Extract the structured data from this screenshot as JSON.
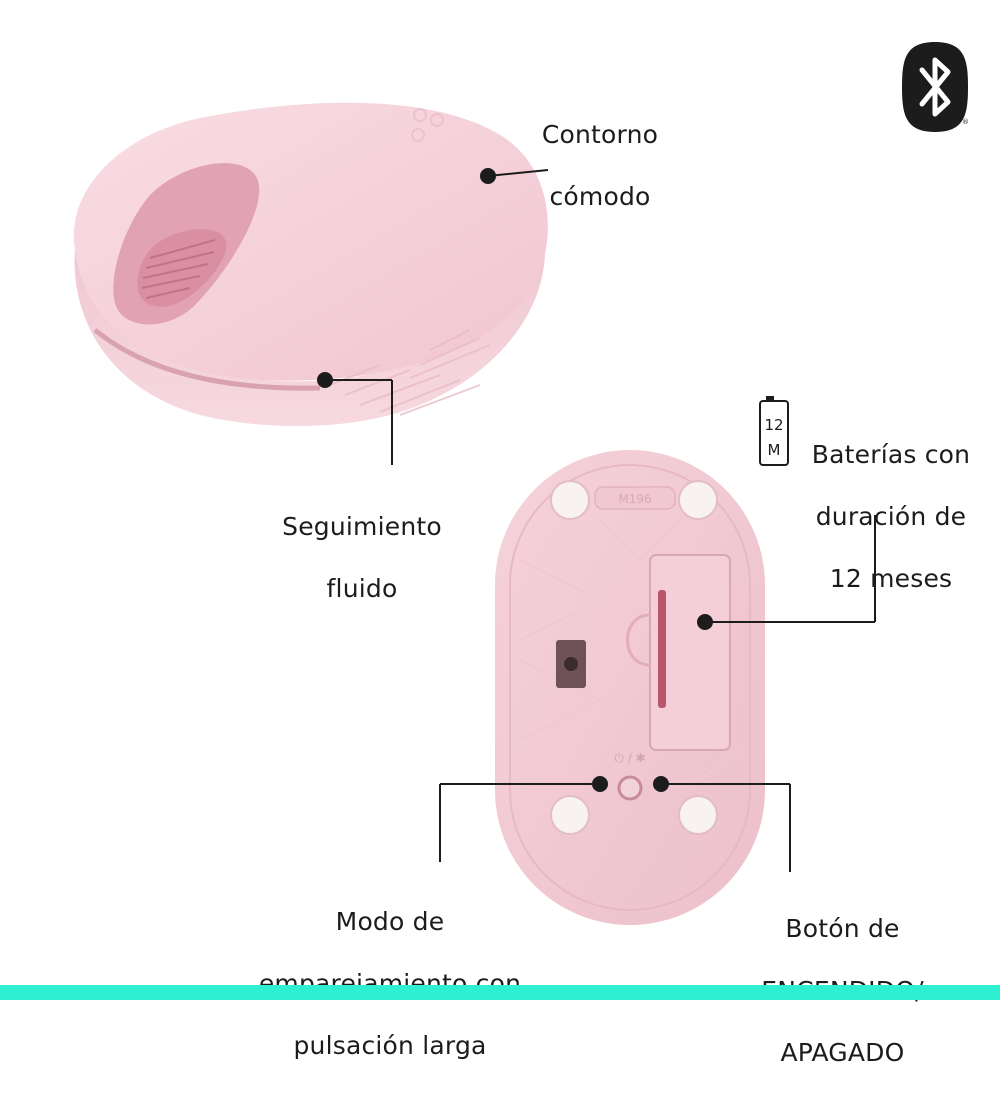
{
  "labels": {
    "contour": [
      "Contorno",
      "cómodo"
    ],
    "tracking": [
      "Seguimiento",
      "fluido"
    ],
    "battery": [
      "Baterías con",
      "duración de",
      "12 meses"
    ],
    "pairing": [
      "Modo de",
      "emparejamiento con",
      "pulsación larga"
    ],
    "power": [
      "Botón de",
      "ENCENDIDO/",
      "APAGADO"
    ]
  },
  "battery_icon": {
    "top": "12",
    "bottom": "M",
    "name": "battery-icon"
  },
  "model_text": "M196",
  "icons": {
    "bluetooth": "bluetooth-icon",
    "power_symbols": "power-bluetooth-icon"
  },
  "colors": {
    "mouse_body": "#f3cdd6",
    "mouse_shadow": "#e6b3c0",
    "wheel": "#d98ea2",
    "bottom_bar": "#2ef0d0",
    "callout": "#1c1c1c"
  }
}
